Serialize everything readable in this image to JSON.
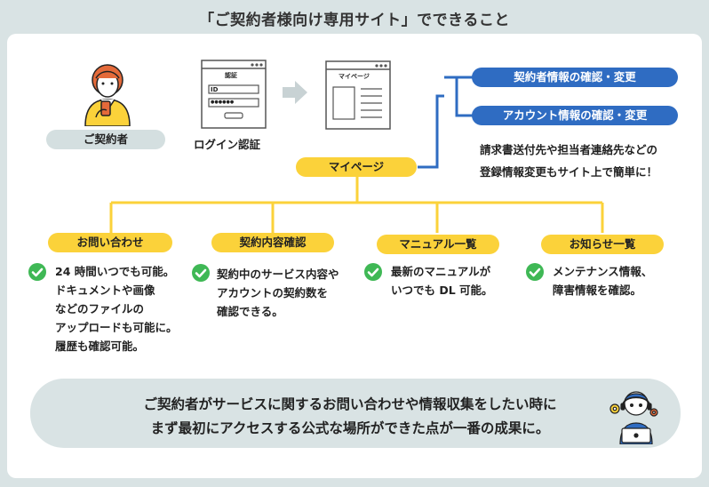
{
  "header": {
    "title": "「ご契約者様向け専用サイト」でできること"
  },
  "flow": {
    "contractor_label": "ご契約者",
    "login_caption": "ログイン認証",
    "login_screen_title": "認証",
    "login_id_label": "ID",
    "login_password_mask": "●●●●●●",
    "mypage_screen_title": "マイページ",
    "mypage_label": "マイページ"
  },
  "mypage_actions": {
    "items": [
      "契約者情報の確認・変更",
      "アカウント情報の確認・変更"
    ],
    "note_lines": [
      "請求書送付先や担当者連絡先などの",
      "登録情報変更もサイト上で簡単に！"
    ]
  },
  "features": [
    {
      "label": "お問い合わせ",
      "lines": [
        "24 時間いつでも可能。",
        "ドキュメントや画像",
        "などのファイルの",
        "アップロードも可能に。",
        "履歴も確認可能。"
      ]
    },
    {
      "label": "契約内容確認",
      "lines": [
        "契約中のサービス内容や",
        "アカウントの契約数を",
        "確認できる。"
      ]
    },
    {
      "label": "マニュアル一覧",
      "lines": [
        "最新のマニュアルが",
        "いつでも DL 可能。"
      ]
    },
    {
      "label": "お知らせ一覧",
      "lines": [
        "メンテナンス情報、",
        "障害情報を確認。"
      ]
    }
  ],
  "summary": {
    "lines": [
      "ご契約者がサービスに関するお問い合わせや情報収集をしたい時に",
      "まず最初にアクセスする公式な場所ができた点が一番の成果に。"
    ]
  },
  "colors": {
    "accent_yellow": "#fbd23a",
    "accent_blue": "#2f6cc2",
    "check_green": "#3fb855",
    "panel_gray": "#d9e3e4"
  }
}
